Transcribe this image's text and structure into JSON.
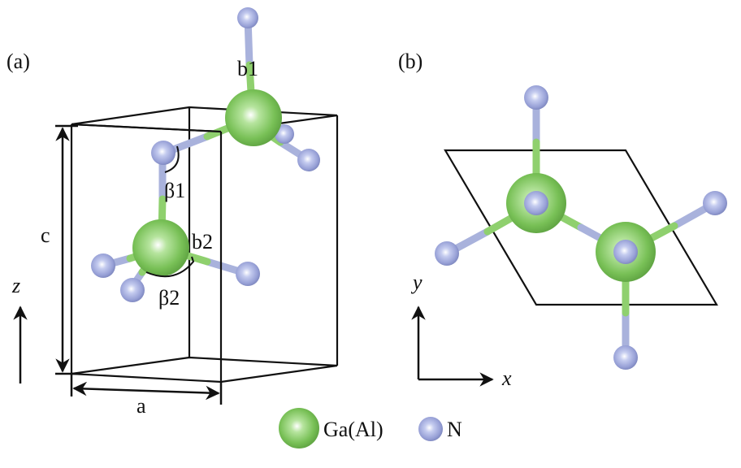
{
  "panels": {
    "a": {
      "label": "(a)",
      "bond_labels": {
        "b1": "b1",
        "b2": "b2"
      },
      "angle_labels": {
        "beta1": "β1",
        "beta2": "β2"
      },
      "lattice_labels": {
        "a": "a",
        "c": "c"
      },
      "axis_label": "z"
    },
    "b": {
      "label": "(b)",
      "axis_labels": {
        "x": "x",
        "y": "y"
      }
    }
  },
  "legend": {
    "items": [
      {
        "label": "Ga(Al)",
        "color": "#7cc35e"
      },
      {
        "label": "N",
        "color": "#9fa8dc"
      }
    ]
  },
  "colors": {
    "ga": "#7cc35e",
    "n": "#9fa8dc",
    "bond_ga": "#8fd06e",
    "bond_n": "#a9b2dc"
  }
}
